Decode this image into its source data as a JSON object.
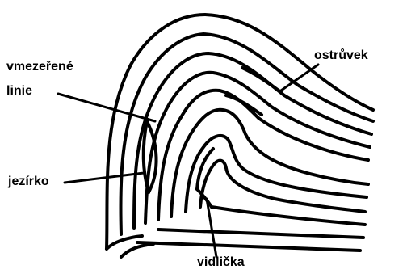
{
  "labels": {
    "vmezerene": "vmezeřené",
    "linie": "linie",
    "jezirko": "jezírko",
    "ostruvek": "ostrůvek",
    "vidlicka": "vidlička"
  },
  "colors": {
    "ink": "#000000",
    "background": "#ffffff"
  }
}
